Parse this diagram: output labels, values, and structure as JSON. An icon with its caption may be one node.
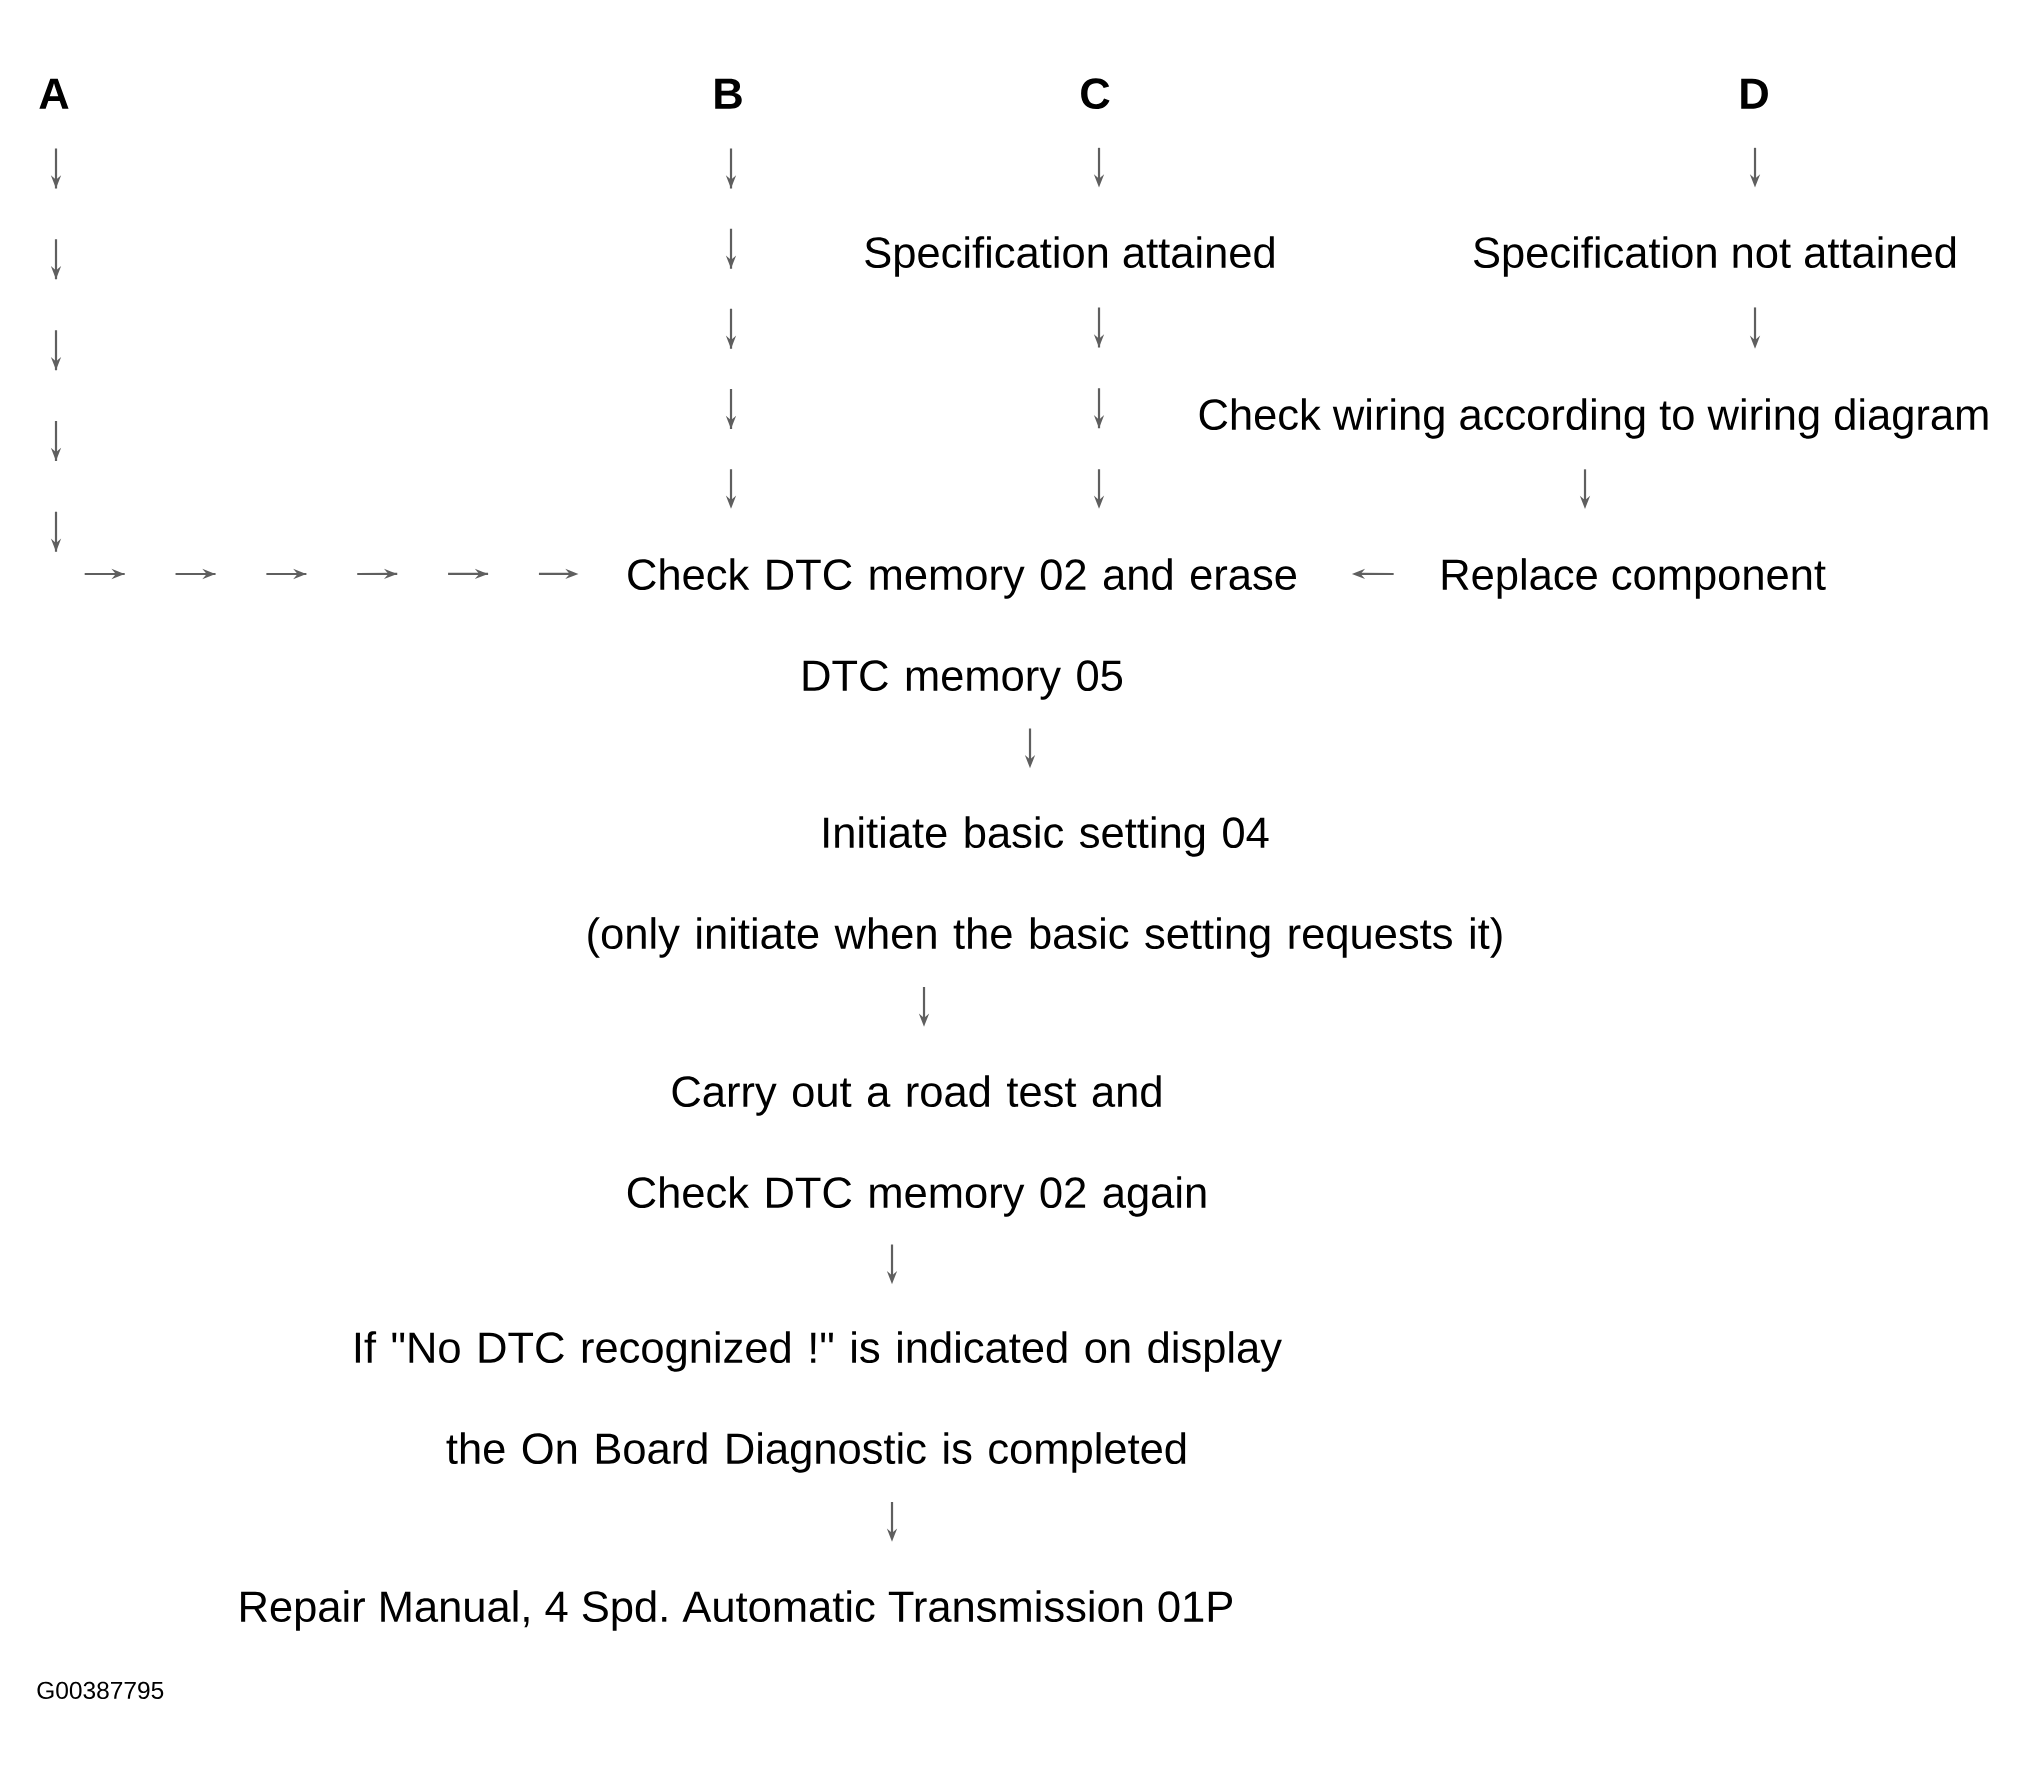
{
  "diagram": {
    "nodes": [
      {
        "text": [
          "A"
        ]
      },
      {
        "text": [
          "B"
        ]
      },
      {
        "text": [
          "C"
        ]
      },
      {
        "text": [
          "D"
        ]
      },
      {
        "text": [
          "Specification attained"
        ]
      },
      {
        "text": [
          "Specification not attained"
        ]
      },
      {
        "text": [
          "Check wiring according to wiring diagram"
        ]
      },
      {
        "text": [
          "Check DTC memory 02 and erase DTC memory 05"
        ]
      },
      {
        "text": [
          "Replace component"
        ]
      },
      {
        "text": [
          "Initiate basic setting 04",
          "(only initiate when the basic setting requests it)"
        ]
      },
      {
        "text": [
          "Carry out a road test and Check DTC memory 02 again"
        ]
      },
      {
        "text": [
          "If \"No DTC recognized !\" is indicated on display the On Board Diagnostic is completed"
        ]
      },
      {
        "text": [
          "Repair Manual, 4 Spd. Automatic Transmission 01P"
        ]
      }
    ],
    "edges": [
      {
        "from": 0,
        "to": 7,
        "arrow": "to",
        "style": "dashed"
      },
      {
        "from": 1,
        "to": 7,
        "arrow": "to",
        "style": "dashed"
      },
      {
        "from": 2,
        "to": 4,
        "arrow": "to"
      },
      {
        "from": 4,
        "to": 7,
        "arrow": "to",
        "style": "dashed"
      },
      {
        "from": 3,
        "to": 5,
        "arrow": "to"
      },
      {
        "from": 5,
        "to": 6,
        "arrow": "to"
      },
      {
        "from": 6,
        "to": 8,
        "arrow": "to"
      },
      {
        "from": 8,
        "to": 7,
        "arrow": "to"
      },
      {
        "from": 7,
        "to": 9,
        "arrow": "to"
      },
      {
        "from": 9,
        "to": 10,
        "arrow": "to"
      },
      {
        "from": 10,
        "to": 11,
        "arrow": "to"
      },
      {
        "from": 11,
        "to": 12,
        "arrow": "to"
      }
    ],
    "labels": [
      "G00387795"
    ]
  }
}
